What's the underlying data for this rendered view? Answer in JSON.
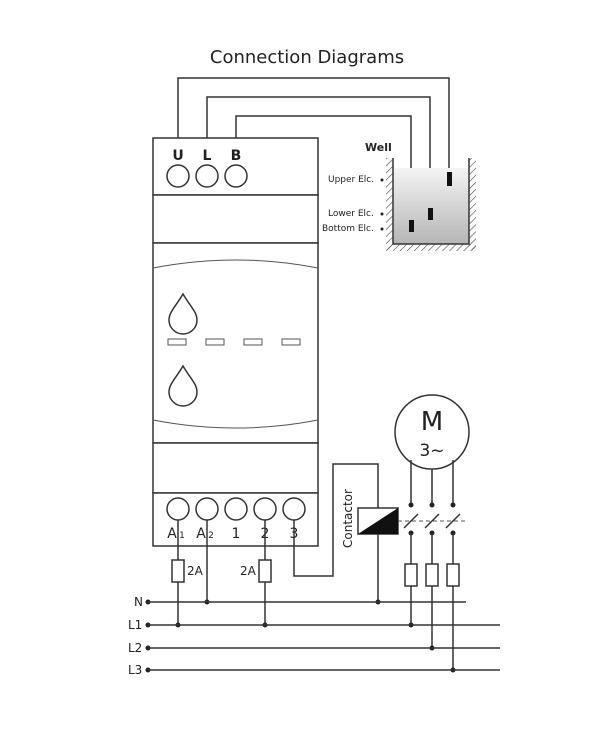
{
  "title": "Connection Diagrams",
  "top_terminals": [
    "U",
    "L",
    "B"
  ],
  "bottom_terminals": {
    "a1_main": "A",
    "a1_sub": "1",
    "a2_main": "A",
    "a2_sub": "2",
    "t1": "1",
    "t2": "2",
    "t3": "3"
  },
  "well": {
    "title": "Well",
    "upper": "Upper Elc.",
    "lower": "Lower Elc.",
    "bottom": "Bottom Elc."
  },
  "fuse_left": "2A",
  "fuse_right": "2A",
  "contactor_label": "Contactor",
  "motor": {
    "letter": "M",
    "phase": "3~"
  },
  "lines": [
    "N",
    "L1",
    "L2",
    "L3"
  ],
  "colors": {
    "stroke": "#333333",
    "water_top": "#f0f0f0",
    "water_bottom": "#b8b8b8"
  }
}
